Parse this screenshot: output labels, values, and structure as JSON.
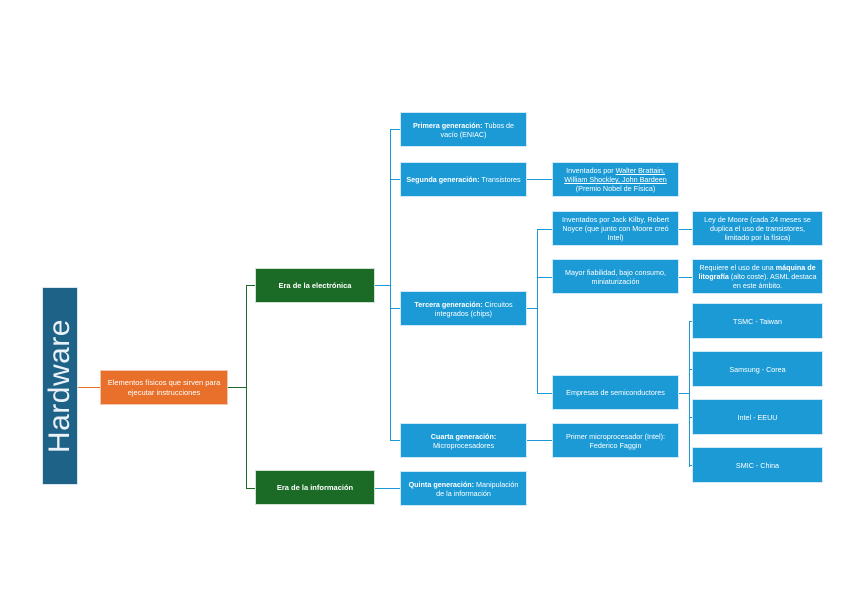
{
  "diagram": {
    "title": "Hardware",
    "type": "mindmap",
    "background": "#ffffff",
    "colors": {
      "root": "#1f6288",
      "level1": "#e8702a",
      "level2": "#1b6b26",
      "level3": "#1b9ad6",
      "connector_orange": "#e8702a",
      "connector_green": "#1b6b26",
      "connector_blue": "#1b9ad6"
    }
  },
  "nodes": {
    "root": {
      "label": "Hardware"
    },
    "definition": {
      "label": "Elementos físicos que sirven para ejecutar instrucciones"
    },
    "era_electronica": {
      "label": "Era de la electrónica"
    },
    "era_informacion": {
      "label": "Era de la información"
    },
    "gen1": {
      "bold": "Primera generación:",
      "rest": " Tubos de vacío (ENIAC)"
    },
    "gen2": {
      "bold": "Segunda generación:",
      "rest": " Transistores"
    },
    "gen3": {
      "bold": "Tercera generación:",
      "rest": " Circuitos integrados (chips)"
    },
    "gen4": {
      "bold": "Cuarta generación:",
      "rest": " Microprocesadores"
    },
    "gen5": {
      "bold": "Quinta generación:",
      "rest": " Manipulación de la información"
    },
    "gen2_inventors": {
      "pre": "Inventados por ",
      "underlined": "Walter Brattain, William Shockley, John Bardeen",
      "post": " (Premio Nobel de Física)"
    },
    "gen3_inventors": {
      "label": "Inventados por Jack Kilby, Robert Noyce (que junto con Moore creó Intel)"
    },
    "gen3_benefits": {
      "label": "Mayor fiabilidad, bajo consumo, miniaturización"
    },
    "semiconductor_companies": {
      "label": "Empresas de semiconductores"
    },
    "first_microprocessor": {
      "label": "Primer microprocesador (Intel): Federico Faggin"
    },
    "moore_law": {
      "label": "Ley de Moore (cada 24 meses se duplica el uso de transistores, limitado por la física)"
    },
    "lithography": {
      "pre": "Requiere el uso de una ",
      "bold": "máquina de litografía",
      "post": " (alto coste). ASML destaca en este ámbito."
    },
    "company_tsmc": {
      "label": "TSMC - Taiwan"
    },
    "company_samsung": {
      "label": "Samsung - Corea"
    },
    "company_intel": {
      "label": "Intel - EEUU"
    },
    "company_smic": {
      "label": "SMIC - China"
    }
  }
}
